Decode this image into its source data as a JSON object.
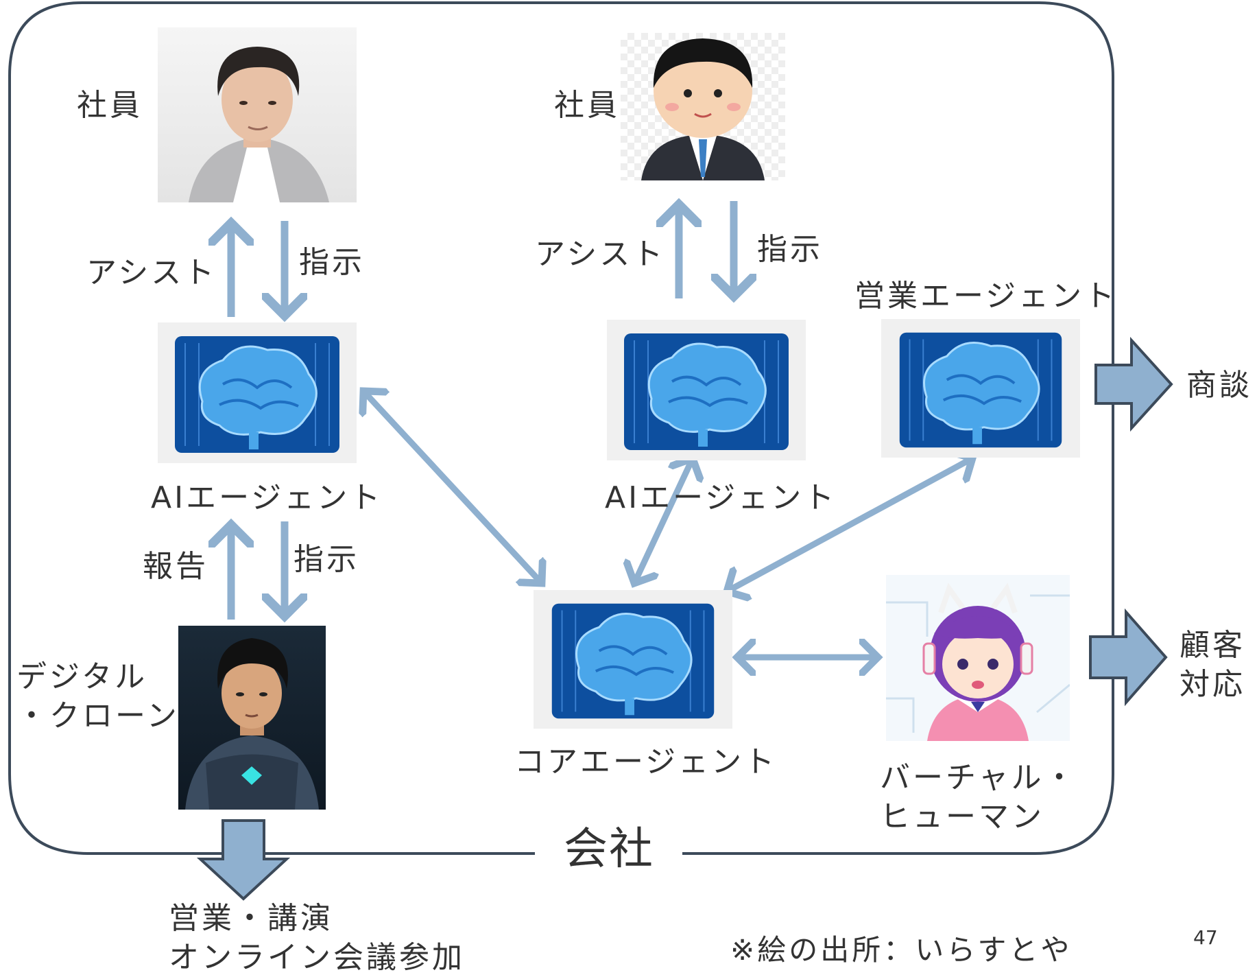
{
  "company_label": "会社",
  "page_number": "47",
  "credit": "※絵の出所：いらすとや",
  "nodes": {
    "employee_photo": {
      "label": "社員"
    },
    "employee_illust": {
      "label": "社員"
    },
    "ai_agent_left": {
      "label": "AIエージェント"
    },
    "ai_agent_center": {
      "label": "AIエージェント"
    },
    "sales_agent": {
      "label": "営業エージェント"
    },
    "core_agent": {
      "label": "コアエージェント"
    },
    "digital_clone": {
      "label_line1": "デジタル",
      "label_line2": "・クローン"
    },
    "virtual_human": {
      "label_line1": "バーチャル・",
      "label_line2": "ヒューマン"
    }
  },
  "edges": {
    "left_assist": "アシスト",
    "left_instruct": "指示",
    "center_assist": "アシスト",
    "center_instruct": "指示",
    "clone_report": "報告",
    "clone_instruct": "指示"
  },
  "outputs": {
    "negotiation": "商談",
    "customer_line1": "顧客",
    "customer_line2": "対応",
    "sales_line1": "営業・講演",
    "sales_line2": "オンライン会議参加"
  },
  "colors": {
    "arrow": "#8fb0cf",
    "box_border": "#3c4a5a",
    "brain_bg": "#0d4f9f",
    "brain": "#4aa6ea"
  }
}
